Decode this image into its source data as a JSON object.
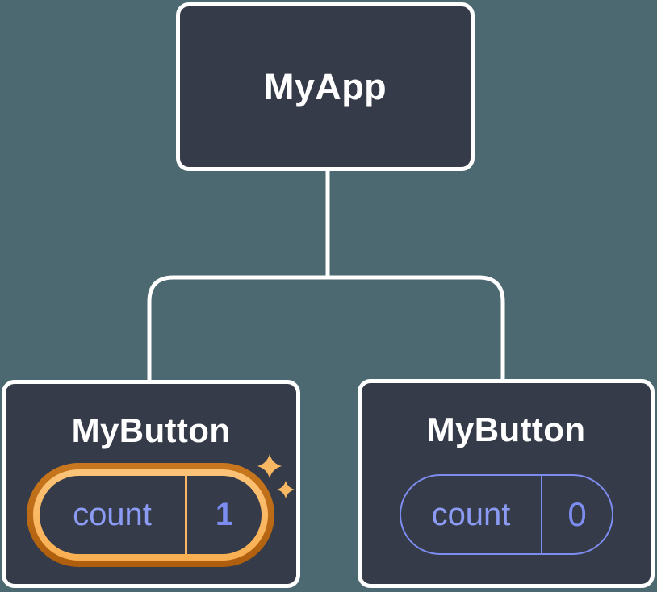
{
  "colors": {
    "background": "#4C6871",
    "node_fill": "#353B48",
    "node_border": "#FFFFFF",
    "connector": "#FFFFFF",
    "label_text": "#FFFFFF",
    "state_purple": "#7D8CF0",
    "state_purple_light": "#8C9CF5",
    "highlight_ring_outer_top": "#C9781F",
    "highlight_ring_outer_bottom": "#AE5D0D",
    "highlight_ring_inner_top": "#FCC378",
    "highlight_ring_inner_bottom": "#F9AF51",
    "highlight_divider": "#F9B763",
    "sparkle": "#F8B763"
  },
  "tree": {
    "root": {
      "label": "MyApp"
    },
    "children": [
      {
        "label": "MyButton",
        "state": {
          "key": "count",
          "value": "1"
        },
        "highlighted": true
      },
      {
        "label": "MyButton",
        "state": {
          "key": "count",
          "value": "0"
        },
        "highlighted": false
      }
    ]
  },
  "icons": {
    "highlight": "sparkles-icon"
  }
}
